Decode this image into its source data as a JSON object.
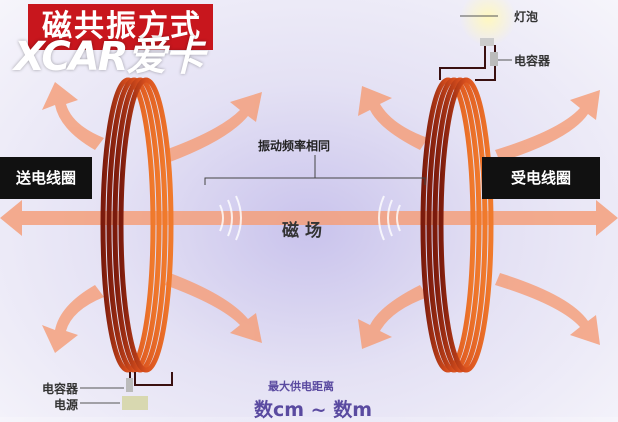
{
  "title": "磁共振方式",
  "logo_text": "XCAR爱卡",
  "labels": {
    "send_coil": "送电线圈",
    "receive_coil": "受电线圈",
    "same_frequency": "振动频率相同",
    "magnetic_field": "磁场",
    "bulb": "灯泡",
    "capacitor_right": "电容器",
    "capacitor_left": "电容器",
    "power_source": "电源",
    "max_distance_caption": "最大供电距离",
    "max_distance_value": "数cm ~ 数m"
  },
  "colors": {
    "title_bg": "#c8161d",
    "coil": "#c7421a",
    "arrow": "#f5a07c",
    "text_accent": "#5a4aa0"
  }
}
